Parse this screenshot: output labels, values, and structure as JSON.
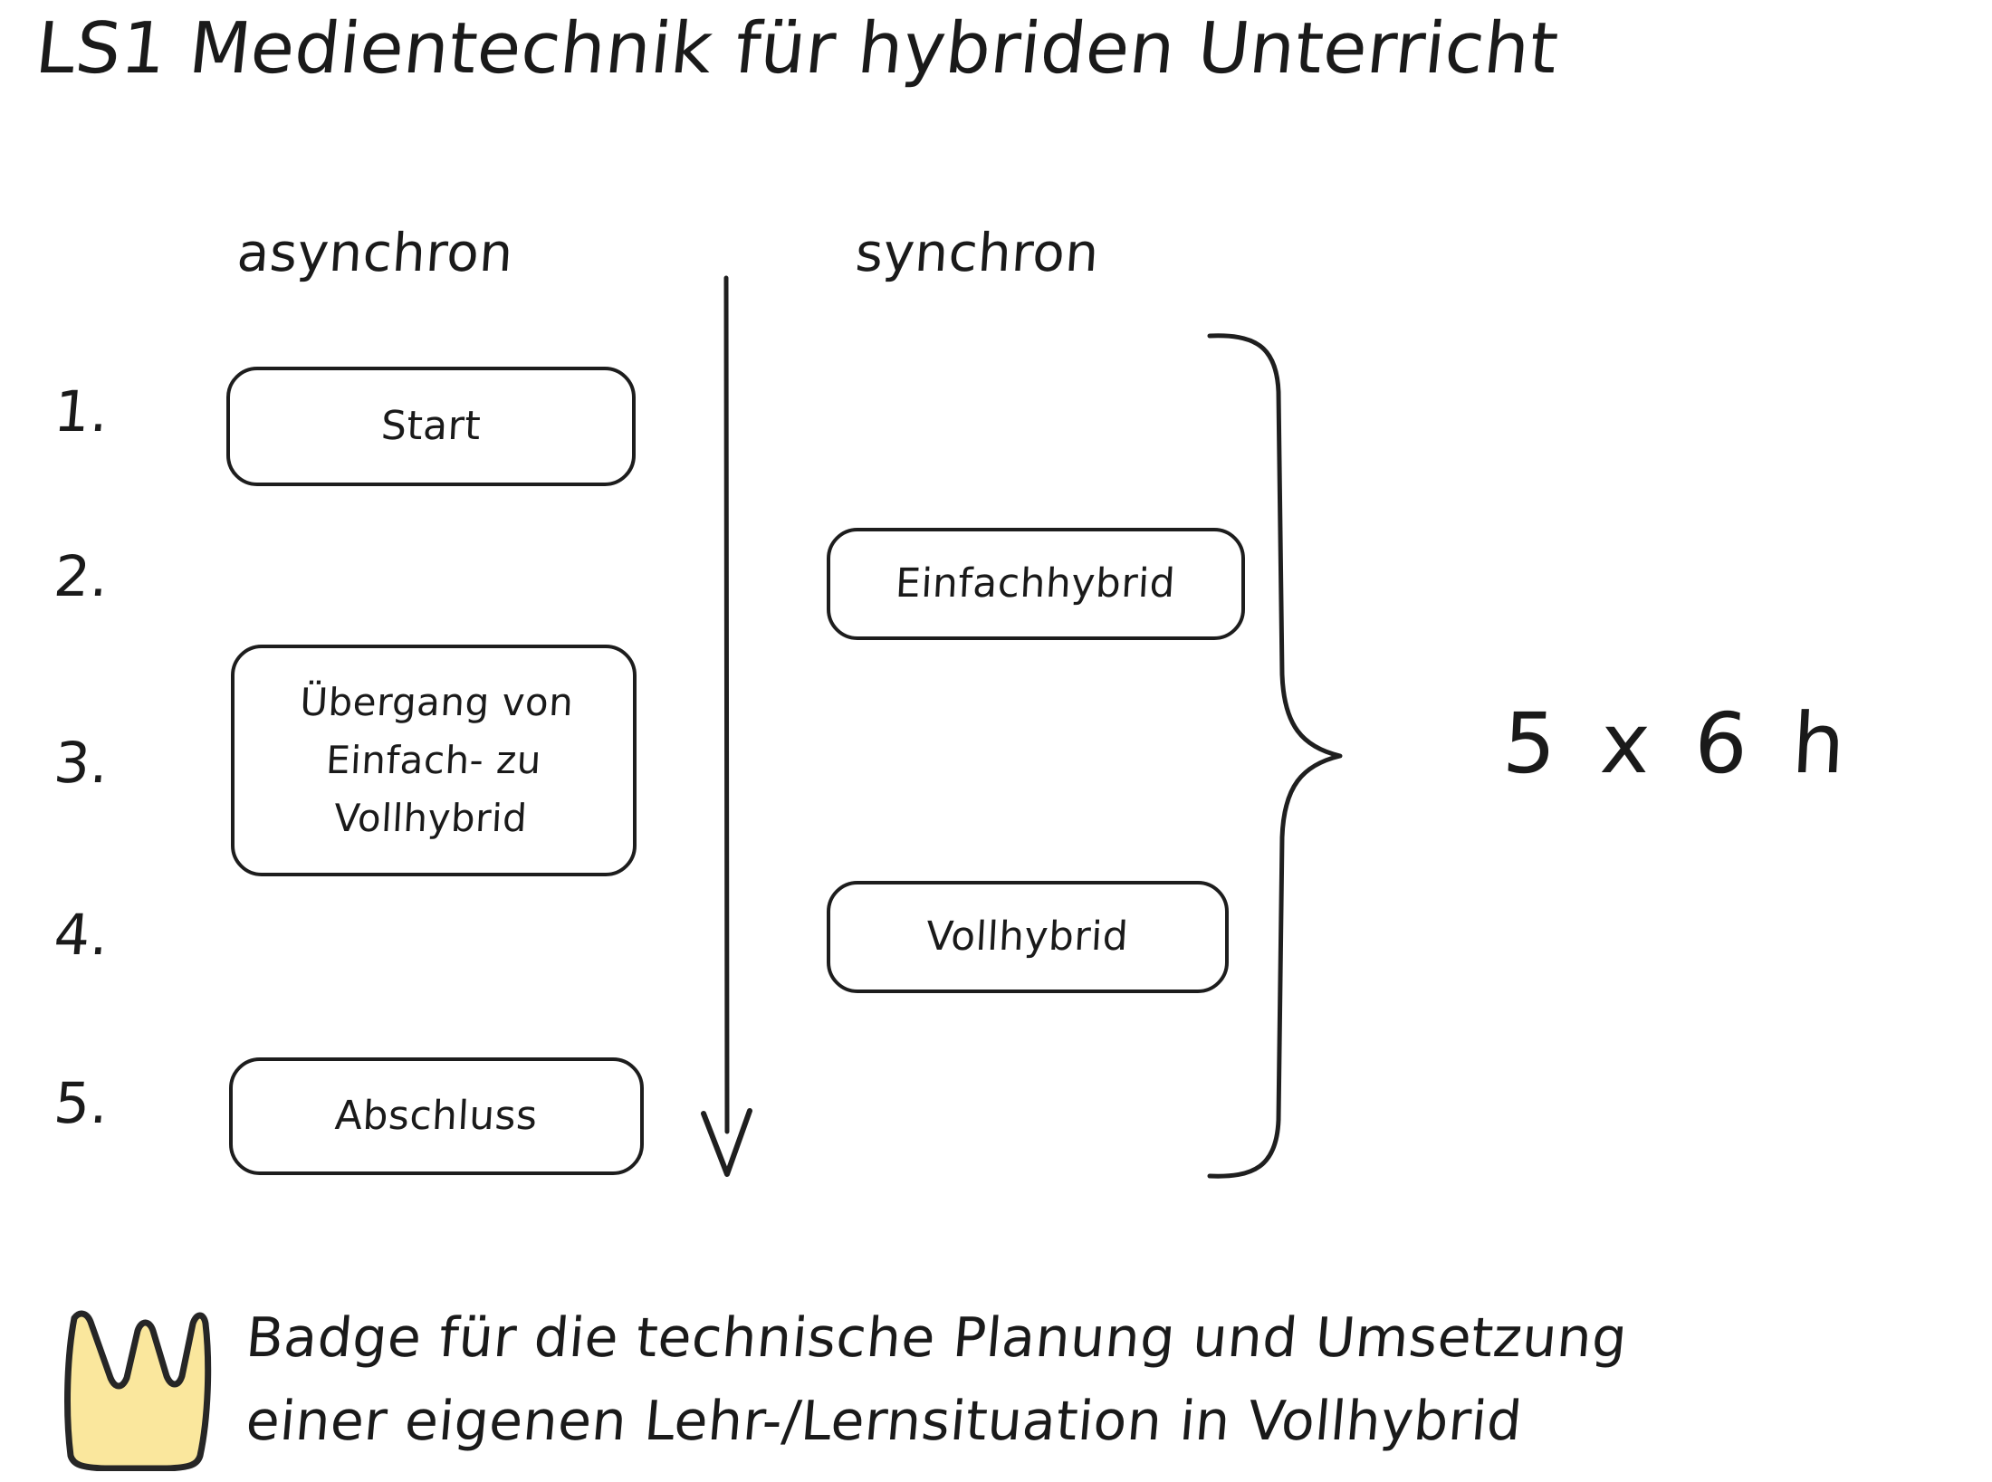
{
  "title": "LS1 Medientechnik für hybriden Unterricht",
  "columns": {
    "async_label": "asynchron",
    "sync_label": "synchron"
  },
  "steps": [
    {
      "number": "1."
    },
    {
      "number": "2."
    },
    {
      "number": "3."
    },
    {
      "number": "4."
    },
    {
      "number": "5."
    }
  ],
  "async_boxes": {
    "start": "Start",
    "uebergang": "Übergang von\nEinfach- zu\nVollhybrid",
    "abschluss": "Abschluss"
  },
  "sync_boxes": {
    "einfachhybrid": "Einfachhybrid",
    "vollhybrid": "Vollhybrid"
  },
  "duration": "5 x 6 h",
  "badge": {
    "icon": "crown-icon",
    "crown_fill": "#FAE79D",
    "crown_stroke": "#262626",
    "caption_line1": "Badge für die technische Planung und Umsetzung",
    "caption_line2": "einer eigenen Lehr-/Lernsituation in Vollhybrid"
  },
  "colors": {
    "ink": "#1a1a1a",
    "background": "#ffffff",
    "badge_yellow": "#FAE79D"
  }
}
